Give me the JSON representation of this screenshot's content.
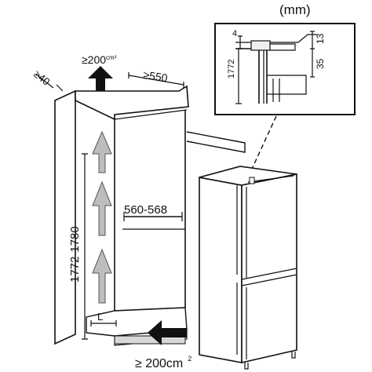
{
  "units": "(mm)",
  "labels": {
    "side_clearance": "≥40",
    "top_vent": "≥200",
    "top_vent_unit": "cm²",
    "depth": "≥550",
    "width": "560-568",
    "height": "1772-1780",
    "depth_marker": "L",
    "bottom_vent": "≥ 200cm",
    "bottom_vent_sup": "2"
  },
  "detail": {
    "dim_4": "4",
    "dim_13": "13",
    "dim_35": "35",
    "dim_1772": "1772"
  },
  "colors": {
    "stroke": "#111111",
    "shade": "#d8d8d8",
    "airflow_arrow": "#bdbdbd"
  }
}
